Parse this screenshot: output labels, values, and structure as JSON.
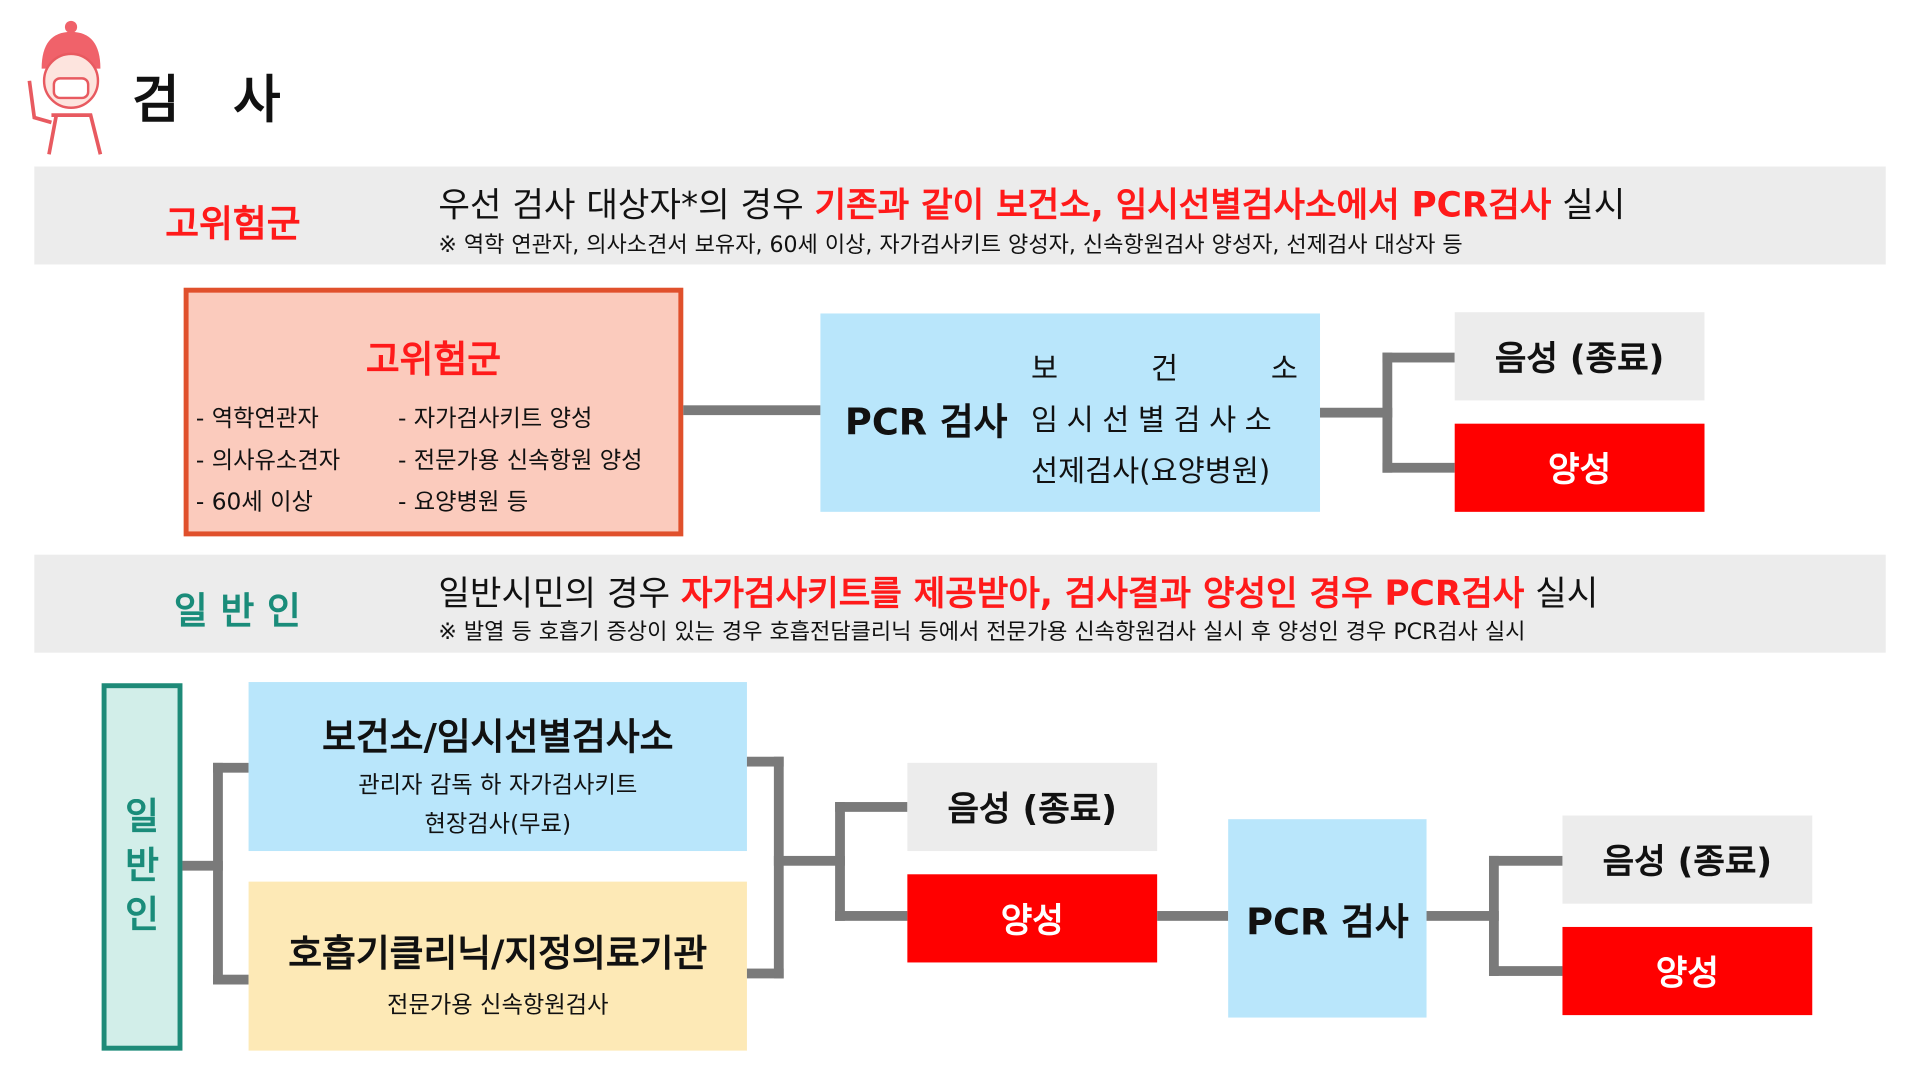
{
  "header": {
    "title": "검   사",
    "mascot_icon": "nurse-mascot-icon"
  },
  "high_risk_band": {
    "label": "고위험군",
    "main": [
      {
        "t": "우선 검사 대상자*의 경우 ",
        "red": false
      },
      {
        "t": "기존과 같이 보건소, 임시선별검사소에서 PCR검사",
        "red": true
      },
      {
        "t": " 실시",
        "red": false
      }
    ],
    "note": "※ 역학 연관자, 의사소견서 보유자, 60세 이상, 자가검사키트 양성자, 신속항원검사 양성자, 선제검사 대상자 등"
  },
  "high_risk_flow": {
    "group_title": "고위험군",
    "items": [
      "- 역학연관자",
      "- 자가검사키트 양성",
      "- 의사유소견자",
      "- 전문가용 신속항원 양성",
      "- 60세 이상",
      "- 요양병원 등"
    ],
    "pcr_title": "PCR 검사",
    "pcr_places": [
      "보 건 소",
      "임시선별검사소",
      "선제검사(요양병원)"
    ],
    "negative": "음성 (종료)",
    "positive": "양성"
  },
  "general_band": {
    "label": "일 반 인",
    "main": [
      {
        "t": "일반시민의 경우 ",
        "red": false
      },
      {
        "t": "자가검사키트를 제공받아, 검사결과 양성인 경우 PCR검사",
        "red": true
      },
      {
        "t": " 실시",
        "red": false
      }
    ],
    "note": "※ 발열 등 호흡기 증상이 있는 경우 호흡전담클리닉 등에서 전문가용 신속항원검사 실시 후 양성인 경우 PCR검사 실시"
  },
  "general_flow": {
    "group_label": [
      "일",
      "반",
      "인"
    ],
    "site1_title": "보건소/임시선별검사소",
    "site1_lines": [
      "관리자 감독 하 자가검사키트",
      "현장검사(무료)"
    ],
    "site2_title": "호흡기클리닉/지정의료기관",
    "site2_lines": [
      "전문가용 신속항원검사"
    ],
    "negative1": "음성 (종료)",
    "positive1": "양성",
    "pcr_title": "PCR 검사",
    "negative2": "음성 (종료)",
    "positive2": "양성"
  }
}
